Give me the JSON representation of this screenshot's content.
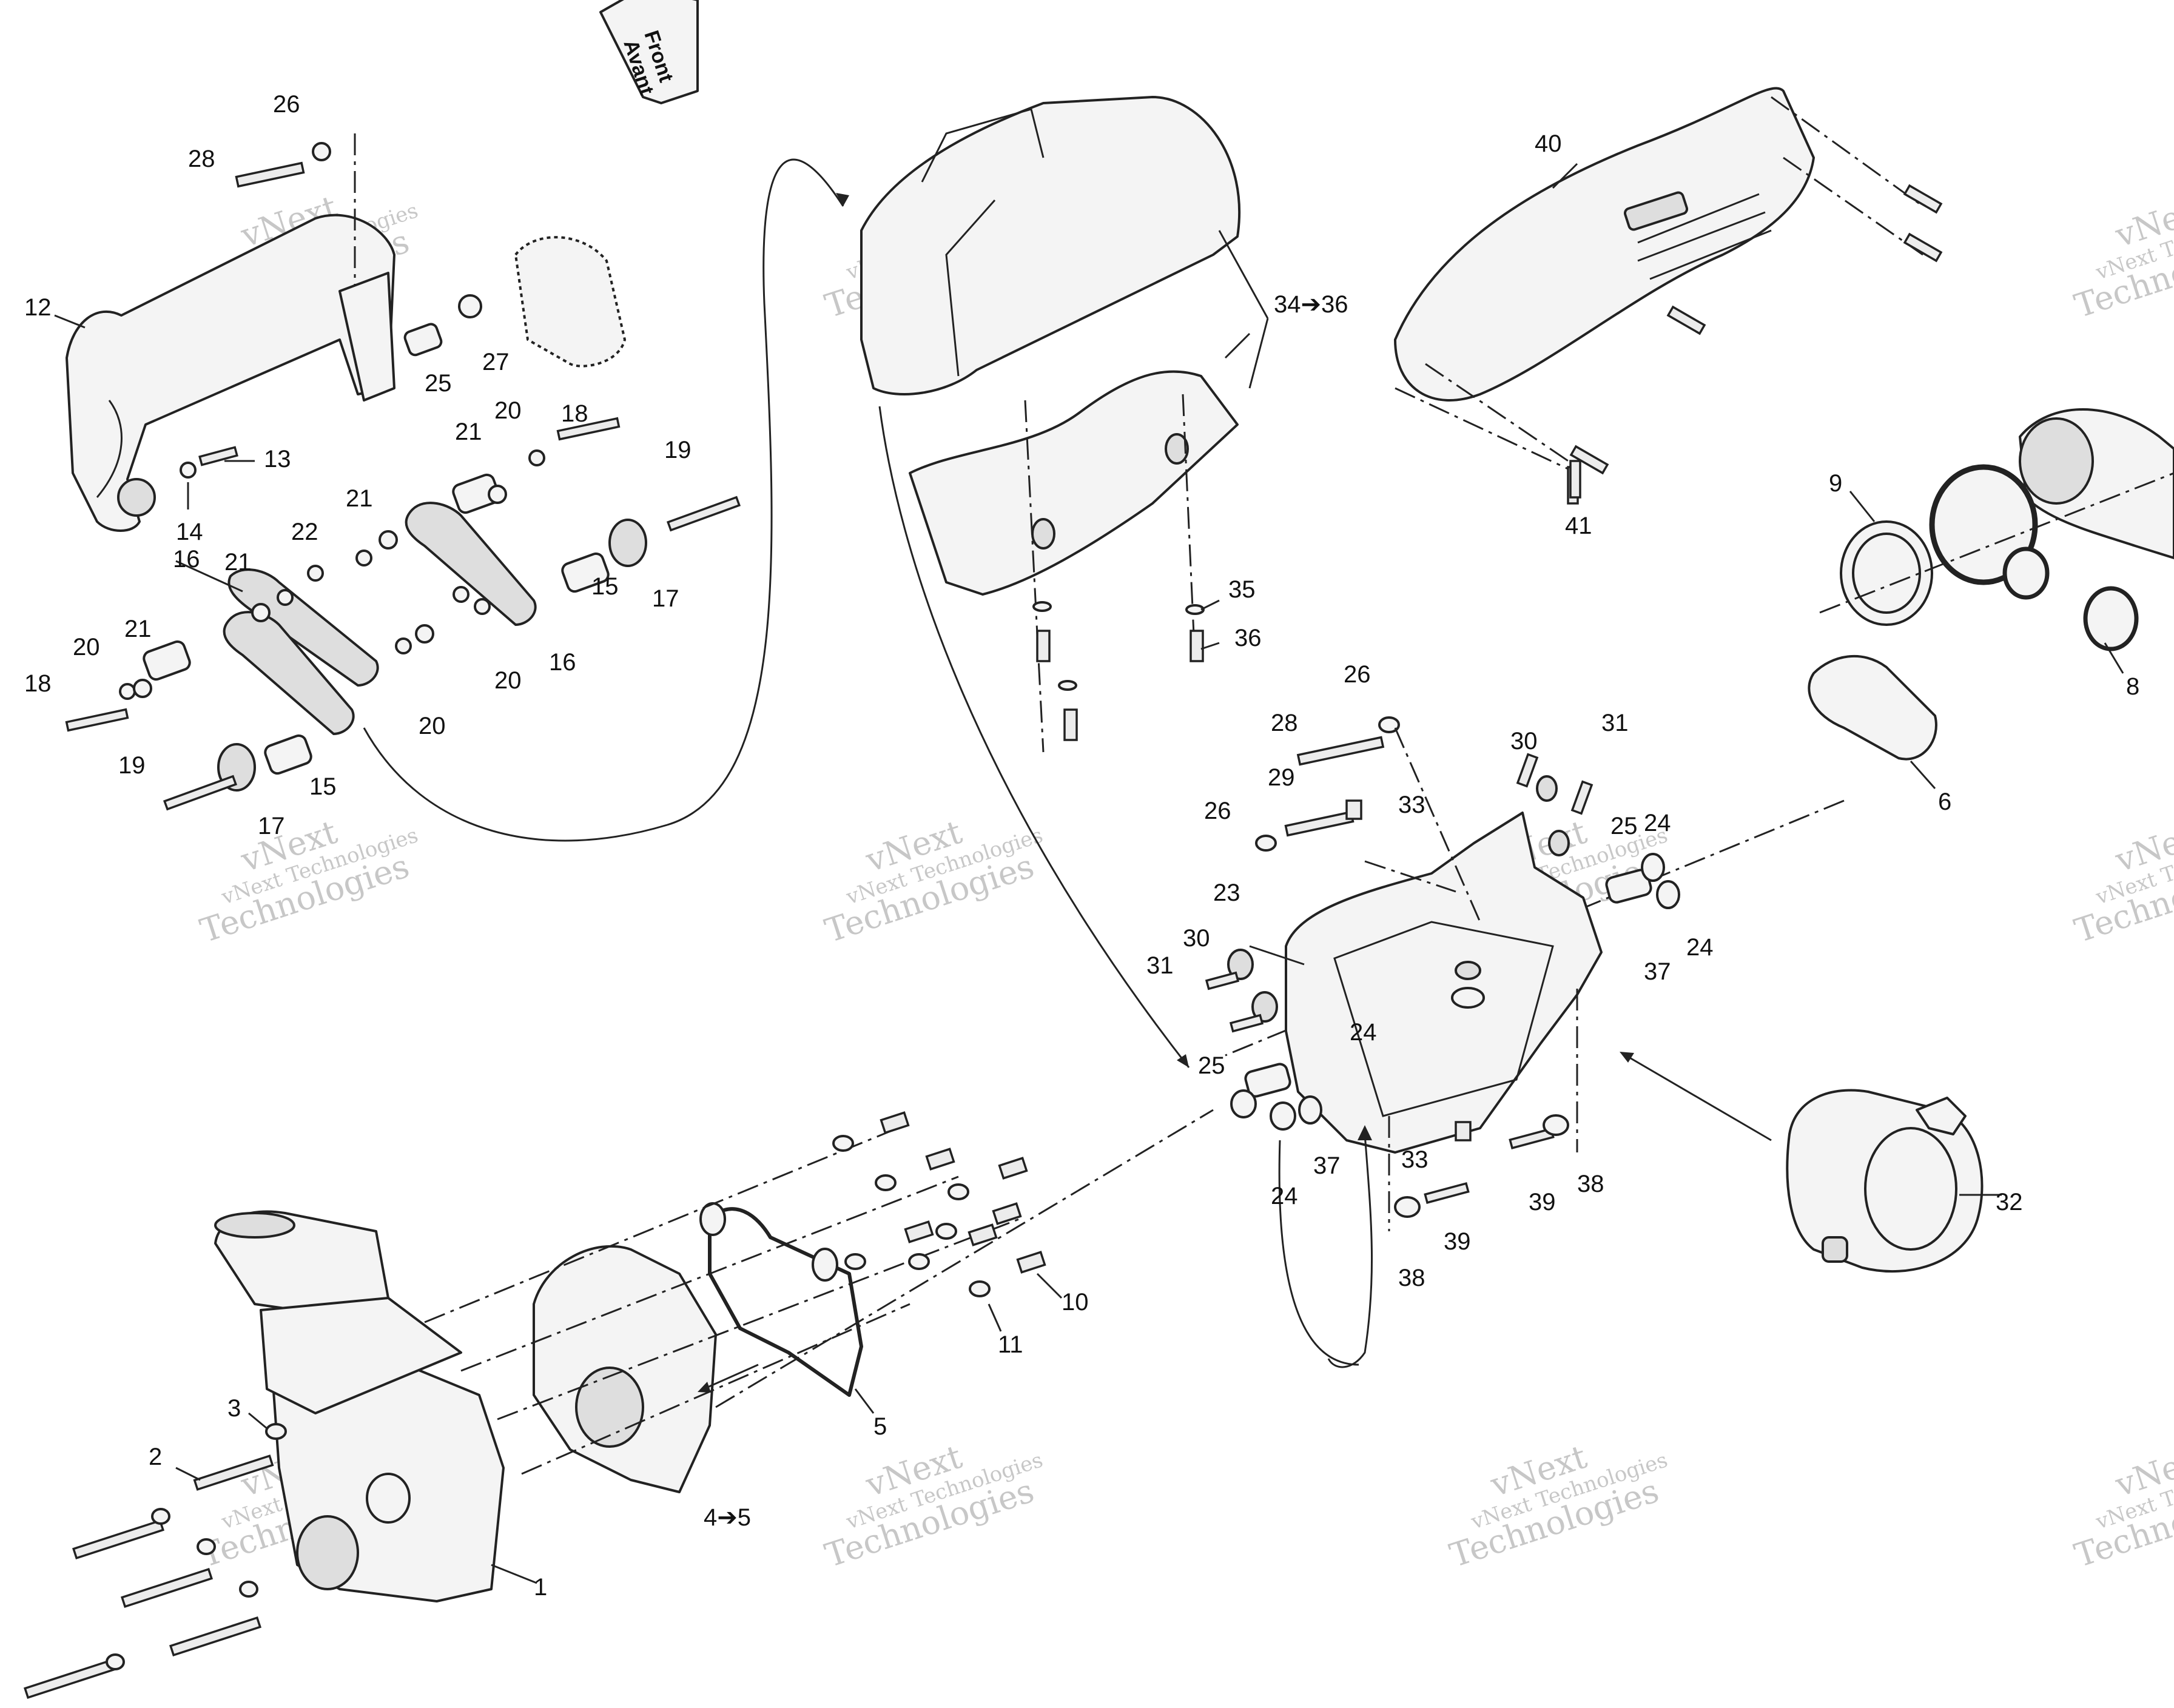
{
  "diagram": {
    "direction_label": [
      "Front",
      "Avant"
    ],
    "watermark": {
      "line1": "vNext",
      "line2": "vNext Technologies",
      "line3": "Technologies"
    },
    "callouts": [
      {
        "id": "c1",
        "text": "1"
      },
      {
        "id": "c2",
        "text": "2"
      },
      {
        "id": "c3",
        "text": "3"
      },
      {
        "id": "c4",
        "text": "4➔5"
      },
      {
        "id": "c5",
        "text": "5"
      },
      {
        "id": "c6",
        "text": "6"
      },
      {
        "id": "c8",
        "text": "8"
      },
      {
        "id": "c9",
        "text": "9"
      },
      {
        "id": "c10",
        "text": "10"
      },
      {
        "id": "c11",
        "text": "11"
      },
      {
        "id": "c12",
        "text": "12"
      },
      {
        "id": "c13",
        "text": "13"
      },
      {
        "id": "c14",
        "text": "14"
      },
      {
        "id": "c15a",
        "text": "15"
      },
      {
        "id": "c15b",
        "text": "15"
      },
      {
        "id": "c16a",
        "text": "16"
      },
      {
        "id": "c16b",
        "text": "16"
      },
      {
        "id": "c17a",
        "text": "17"
      },
      {
        "id": "c17b",
        "text": "17"
      },
      {
        "id": "c18a",
        "text": "18"
      },
      {
        "id": "c18b",
        "text": "18"
      },
      {
        "id": "c19a",
        "text": "19"
      },
      {
        "id": "c19b",
        "text": "19"
      },
      {
        "id": "c20a",
        "text": "20"
      },
      {
        "id": "c20b",
        "text": "20"
      },
      {
        "id": "c20c",
        "text": "20"
      },
      {
        "id": "c20d",
        "text": "20"
      },
      {
        "id": "c21a",
        "text": "21"
      },
      {
        "id": "c21b",
        "text": "21"
      },
      {
        "id": "c21c",
        "text": "21"
      },
      {
        "id": "c21d",
        "text": "21"
      },
      {
        "id": "c22",
        "text": "22"
      },
      {
        "id": "c23",
        "text": "23"
      },
      {
        "id": "c24a",
        "text": "24"
      },
      {
        "id": "c24b",
        "text": "24"
      },
      {
        "id": "c24c",
        "text": "24"
      },
      {
        "id": "c24d",
        "text": "24"
      },
      {
        "id": "c25a",
        "text": "25"
      },
      {
        "id": "c25b",
        "text": "25"
      },
      {
        "id": "c25c",
        "text": "25"
      },
      {
        "id": "c26a",
        "text": "26"
      },
      {
        "id": "c26b",
        "text": "26"
      },
      {
        "id": "c26c",
        "text": "26"
      },
      {
        "id": "c27",
        "text": "27"
      },
      {
        "id": "c28a",
        "text": "28"
      },
      {
        "id": "c28b",
        "text": "28"
      },
      {
        "id": "c29",
        "text": "29"
      },
      {
        "id": "c30a",
        "text": "30"
      },
      {
        "id": "c30b",
        "text": "30"
      },
      {
        "id": "c31a",
        "text": "31"
      },
      {
        "id": "c31b",
        "text": "31"
      },
      {
        "id": "c32",
        "text": "32"
      },
      {
        "id": "c33a",
        "text": "33"
      },
      {
        "id": "c33b",
        "text": "33"
      },
      {
        "id": "c34",
        "text": "34➔36"
      },
      {
        "id": "c35",
        "text": "35"
      },
      {
        "id": "c36",
        "text": "36"
      },
      {
        "id": "c37a",
        "text": "37"
      },
      {
        "id": "c37b",
        "text": "37"
      },
      {
        "id": "c38a",
        "text": "38"
      },
      {
        "id": "c38b",
        "text": "38"
      },
      {
        "id": "c39a",
        "text": "39"
      },
      {
        "id": "c39b",
        "text": "39"
      },
      {
        "id": "c40",
        "text": "40"
      },
      {
        "id": "c41",
        "text": "41"
      }
    ]
  }
}
